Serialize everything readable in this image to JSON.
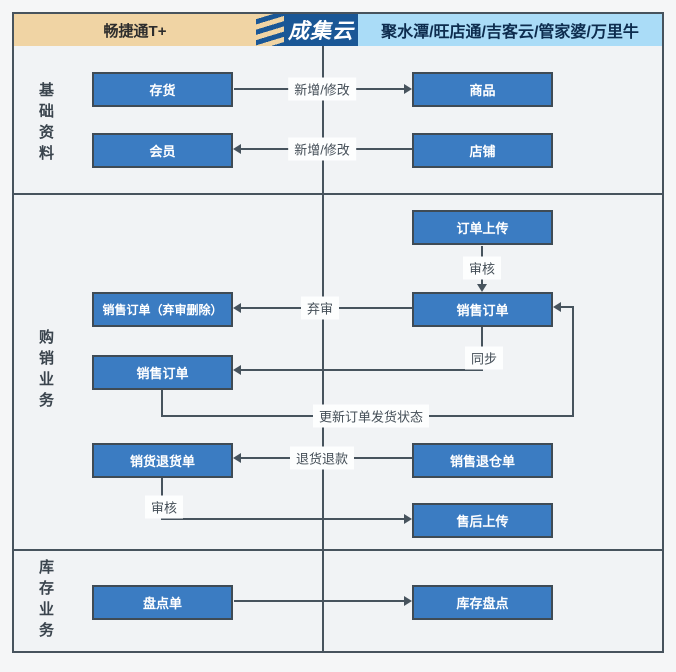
{
  "header": {
    "left_system": "畅捷通T+",
    "logo": "成集云",
    "right_systems": "聚水潭/旺店通/吉客云/管家婆/万里牛"
  },
  "sections": [
    {
      "label": "基础资料"
    },
    {
      "label": "购销业务"
    },
    {
      "label": "库存业务"
    }
  ],
  "nodes": [
    {
      "label": "存货"
    },
    {
      "label": "商品"
    },
    {
      "label": "会员"
    },
    {
      "label": "店铺"
    },
    {
      "label": "订单上传"
    },
    {
      "label": "销售订单（弃审删除）"
    },
    {
      "label": "销售订单"
    },
    {
      "label": "销售订单"
    },
    {
      "label": "销货退货单"
    },
    {
      "label": "销售退仓单"
    },
    {
      "label": "售后上传"
    },
    {
      "label": "盘点单"
    },
    {
      "label": "库存盘点"
    }
  ],
  "edges": [
    {
      "from": "存货",
      "to": "商品",
      "label": "新增/修改"
    },
    {
      "from": "店铺",
      "to": "会员",
      "label": "新增/修改"
    },
    {
      "from": "订单上传",
      "to": "销售订单",
      "label": "审核"
    },
    {
      "from": "销售订单",
      "to": "销售订单（弃审删除）",
      "label": "弃审"
    },
    {
      "from": "销售订单",
      "to": "销售订单",
      "label": "同步"
    },
    {
      "from": "销售订单",
      "to": "销售订单",
      "label": "更新订单发货状态"
    },
    {
      "from": "销售退仓单",
      "to": "销货退货单",
      "label": "退货退款"
    },
    {
      "from": "销货退货单",
      "to": "售后上传",
      "label": "审核"
    },
    {
      "from": "盘点单",
      "to": "库存盘点",
      "label": ""
    }
  ],
  "colors": {
    "box_fill": "#3b7cc2",
    "box_border": "#3f4b55",
    "line": "#47535d",
    "header_tan": "#f0d4a4",
    "header_navy": "#1a5796",
    "header_light_blue": "#aadcf7",
    "header_navy_text": "#0d2c4e",
    "canvas": "#f1f3f5"
  }
}
